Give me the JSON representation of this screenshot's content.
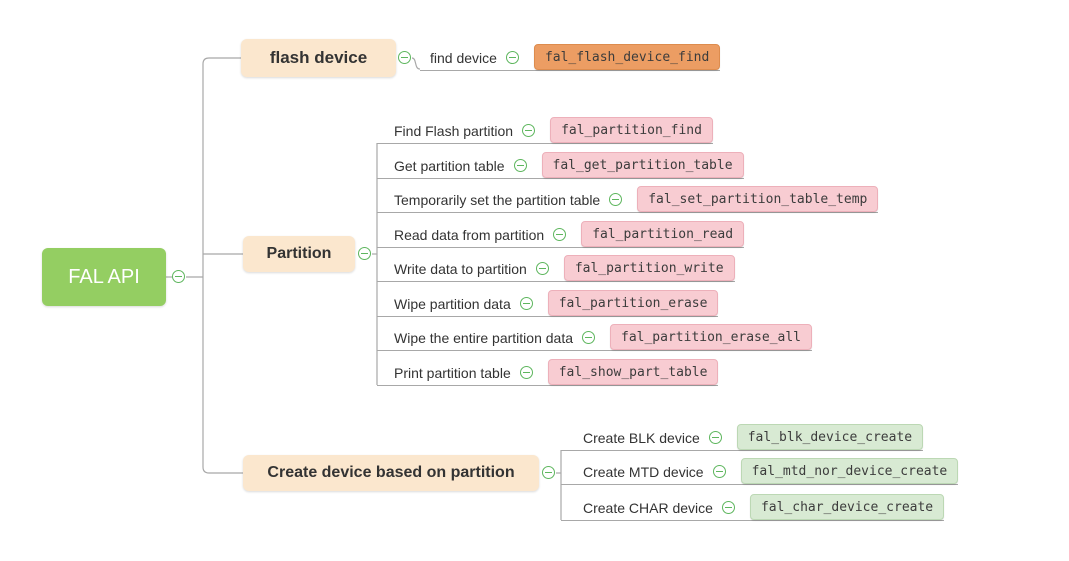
{
  "root": {
    "label": "FAL API"
  },
  "branches": [
    {
      "label": "flash device",
      "children": [
        {
          "label": "find device",
          "func": "fal_flash_device_find"
        }
      ]
    },
    {
      "label": "Partition",
      "children": [
        {
          "label": "Find Flash partition",
          "func": "fal_partition_find"
        },
        {
          "label": "Get partition table",
          "func": "fal_get_partition_table"
        },
        {
          "label": "Temporarily set the partition table",
          "func": "fal_set_partition_table_temp"
        },
        {
          "label": "Read data from partition",
          "func": "fal_partition_read"
        },
        {
          "label": "Write data to partition",
          "func": "fal_partition_write"
        },
        {
          "label": "Wipe partition data",
          "func": "fal_partition_erase"
        },
        {
          "label": "Wipe the entire partition data",
          "func": "fal_partition_erase_all"
        },
        {
          "label": "Print partition table",
          "func": "fal_show_part_table"
        }
      ]
    },
    {
      "label": "Create device based on partition",
      "children": [
        {
          "label": "Create BLK device",
          "func": "fal_blk_device_create"
        },
        {
          "label": "Create MTD device",
          "func": "fal_mtd_nor_device_create"
        },
        {
          "label": "Create CHAR device",
          "func": "fal_char_device_create"
        }
      ]
    }
  ],
  "icons": {
    "collapse": "minus-circle-icon"
  },
  "colors": {
    "root_bg": "#94CE62",
    "branch_bg": "#FBE7CE",
    "flash_func_bg": "#EC9D63",
    "partition_func_bg": "#F8CCD2",
    "create_func_bg": "#D8EAD3",
    "connector": "#A8A8A8",
    "collapse_icon": "#5EB65E"
  }
}
